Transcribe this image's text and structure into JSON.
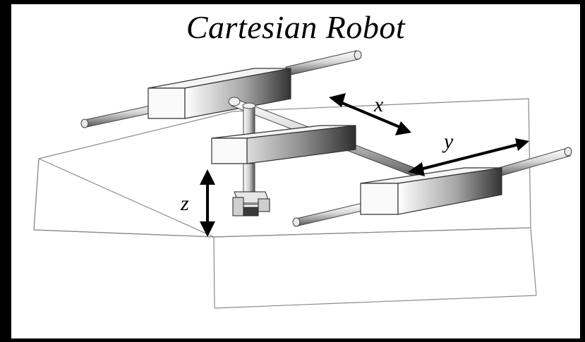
{
  "title": "Cartesian Robot",
  "axes": {
    "x": "x",
    "y": "y",
    "z": "z"
  },
  "colors": {
    "background": "#ffffff",
    "frame": "#000000",
    "outline": "#888888",
    "metal_light": "#f2f2f2",
    "metal_dark": "#3a3a3a"
  }
}
